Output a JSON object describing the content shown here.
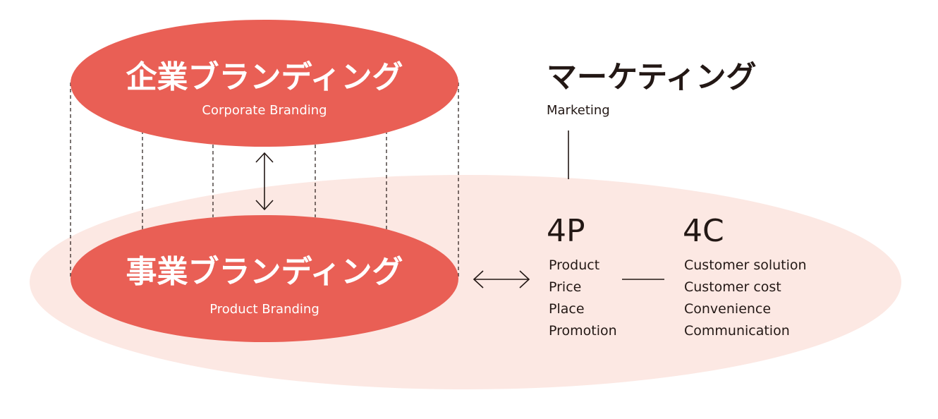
{
  "colors": {
    "accent": "#E95F55",
    "background_ellipse": "#FCE8E3",
    "text_dark": "#231815",
    "text_light": "#FFFFFF"
  },
  "corporate": {
    "title": "企業ブランディング",
    "subtitle": "Corporate Branding"
  },
  "product": {
    "title": "事業ブランディング",
    "subtitle": "Product Branding"
  },
  "marketing": {
    "title": "マーケティング",
    "subtitle": "Marketing"
  },
  "four_p": {
    "heading": "4P",
    "items": [
      "Product",
      "Price",
      "Place",
      "Promotion"
    ]
  },
  "four_c": {
    "heading": "4C",
    "items": [
      "Customer solution",
      "Customer cost",
      "Convenience",
      "Communication"
    ]
  }
}
